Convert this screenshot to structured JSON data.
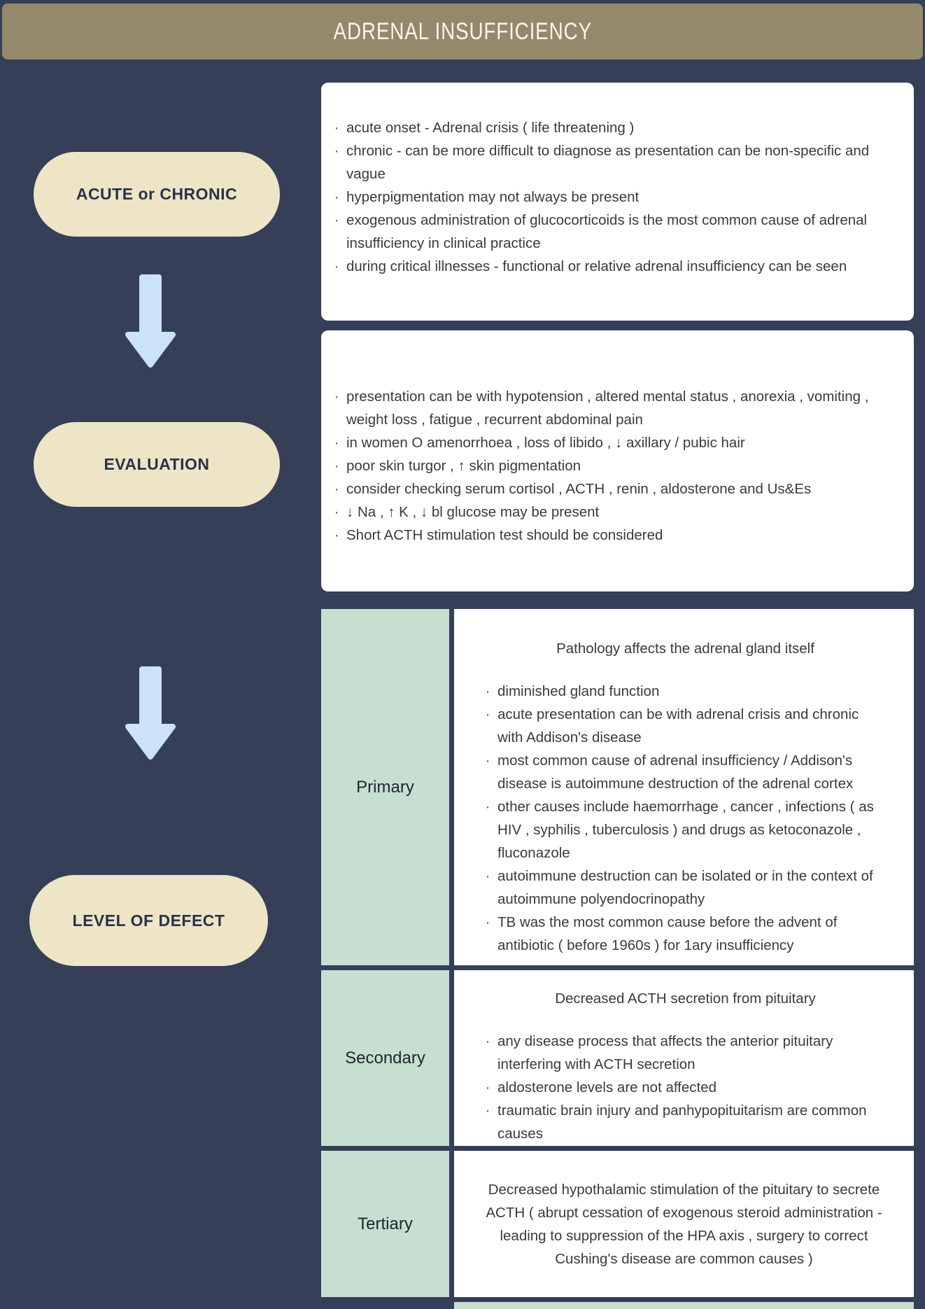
{
  "header": {
    "title": "ADRENAL INSUFFICIENCY"
  },
  "ui": {
    "bullet_char": "·"
  },
  "colors": {
    "background": "#353F58",
    "header_bar": "#95896B",
    "pill": "#EDE5C6",
    "arrow": "#CCE1FA",
    "table_green": "#C6DFD1",
    "card": "#FFFFFF"
  },
  "flow": {
    "steps": [
      {
        "label": "ACUTE or CHRONIC"
      },
      {
        "label": "EVALUATION"
      },
      {
        "label": "LEVEL OF DEFECT"
      }
    ]
  },
  "cards": [
    {
      "name": "acute-or-chronic-notes",
      "bullets": [
        "acute onset - Adrenal crisis ( life threatening )",
        "chronic - can be more difficult to diagnose as presentation can be non-specific and vague",
        "hyperpigmentation may not always be present",
        "exogenous administration of glucocorticoids is the most common cause of adrenal insufficiency in clinical practice",
        "during critical illnesses - functional or relative adrenal insufficiency can be seen"
      ]
    },
    {
      "name": "evaluation-notes",
      "bullets": [
        "presentation can be with hypotension , altered mental status , anorexia , vomiting , weight loss , fatigue , recurrent abdominal pain",
        "in women O amenorrhoea , loss of libido , ↓ axillary / pubic hair",
        "poor skin turgor , ↑ skin pigmentation",
        "consider checking serum cortisol , ACTH , renin , aldosterone and Us&Es",
        "↓ Na , ↑ K , ↓ bl glucose may be present",
        "Short ACTH stimulation test should be considered"
      ]
    }
  ],
  "table": {
    "rows": [
      {
        "level": "Primary",
        "heading": "Pathology affects the adrenal gland itself",
        "bullets": [
          "diminished gland function",
          "acute presentation can be with adrenal crisis and chronic with Addison's disease",
          "most common cause of adrenal insufficiency / Addison's disease is autoimmune destruction of the adrenal cortex",
          "other causes include haemorrhage , cancer , infections ( as HIV , syphilis , tuberculosis ) and drugs as ketoconazole , fluconazole",
          "autoimmune destruction can be isolated or in the context of autoimmune polyendocrinopathy",
          "TB was the most common cause before the advent of antibiotic ( before 1960s ) for 1ary insufficiency"
        ]
      },
      {
        "level": "Secondary",
        "heading": "Decreased ACTH secretion from pituitary",
        "bullets": [
          "any disease process that affects the anterior pituitary interfering with ACTH secretion",
          "aldosterone levels are not affected",
          "traumatic brain injury and panhypopituitarism are common causes"
        ]
      },
      {
        "level": "Tertiary",
        "paragraph": "Decreased hypothalamic stimulation of the pituitary to secrete ACTH ( abrupt cessation of exogenous steroid administration -leading to suppression of the HPA axis , surgery to correct Cushing's disease are common causes )"
      }
    ]
  }
}
